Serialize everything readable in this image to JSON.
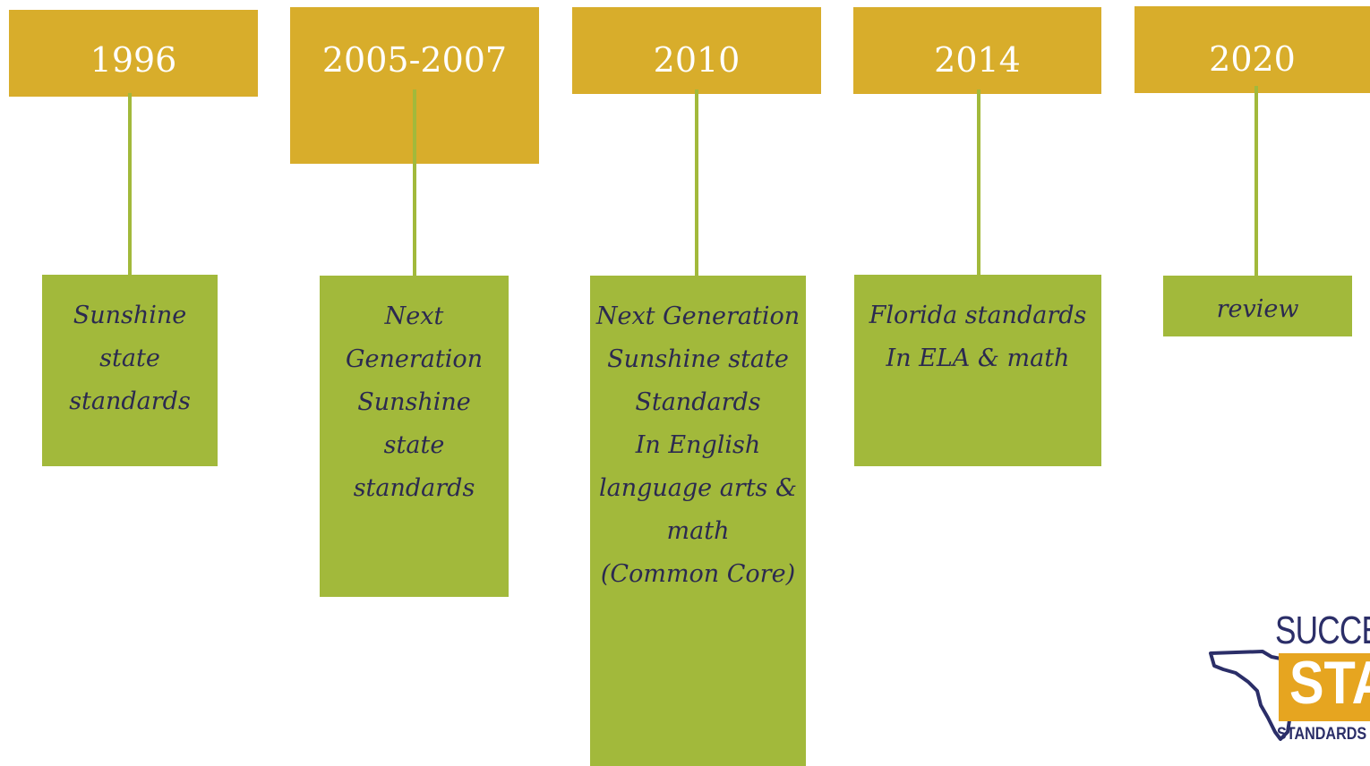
{
  "timeline": [
    {
      "year": "1996",
      "lines": [
        "Sunshine",
        "state",
        "standards"
      ]
    },
    {
      "year": "2005-2007",
      "lines": [
        "Next",
        "Generation",
        "Sunshine",
        "state",
        "standards"
      ]
    },
    {
      "year": "2010",
      "lines": [
        "Next Generation",
        "Sunshine state",
        "Standards",
        "In English",
        "language arts &",
        "math",
        "(Common Core)"
      ]
    },
    {
      "year": "2014",
      "lines": [
        "Florida standards",
        "In ELA & math"
      ]
    },
    {
      "year": "2020",
      "lines": [
        "review"
      ]
    }
  ],
  "logo": {
    "line1": "SUCCE",
    "line2": "STA",
    "line3": "STANDARDS"
  },
  "colors": {
    "year_box": "#d8ad2b",
    "desc_box": "#a2b93b",
    "connector": "#a2b93b",
    "desc_text": "#2b2950",
    "year_text": "#ffffff"
  }
}
